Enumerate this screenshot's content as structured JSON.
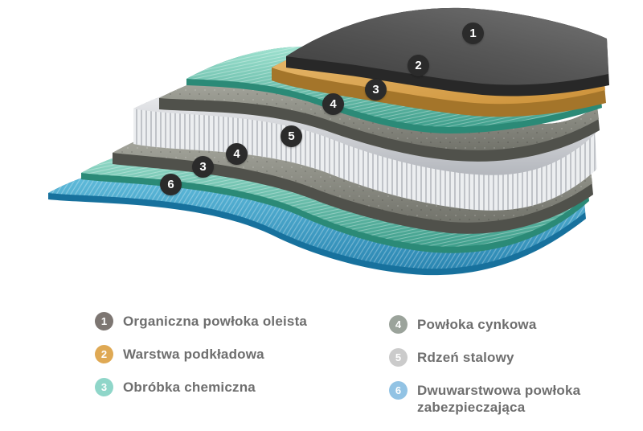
{
  "diagram": {
    "badge_color": "#2b2b2b",
    "badges": [
      {
        "number": "1"
      },
      {
        "number": "2"
      },
      {
        "number": "3"
      },
      {
        "number": "4"
      },
      {
        "number": "5"
      },
      {
        "number": "4"
      },
      {
        "number": "3"
      },
      {
        "number": "6"
      }
    ],
    "layers_top_to_bottom": [
      {
        "number": "1",
        "name": "Organiczna powłoka oleista",
        "color": "#565656"
      },
      {
        "number": "2",
        "name": "Warstwa podkładowa",
        "color": "#dda757"
      },
      {
        "number": "3",
        "name": "Obróbka chemiczna",
        "color": "#69c7b2"
      },
      {
        "number": "4",
        "name": "Powłoka cynkowa",
        "color": "#8a8b81"
      },
      {
        "number": "5",
        "name": "Rdzeń stalowy",
        "color": "#dcdde0"
      },
      {
        "number": "4",
        "name": "Powłoka cynkowa",
        "color": "#8a8b81"
      },
      {
        "number": "3",
        "name": "Obróbka chemiczna",
        "color": "#69c7b2"
      },
      {
        "number": "6",
        "name": "Dwuwarstwowa powłoka zabezpieczająca",
        "color": "#3e9ec6"
      }
    ]
  },
  "legend": {
    "items": [
      {
        "number": "1",
        "label": "Organiczna powłoka oleista",
        "color": "#7d7672"
      },
      {
        "number": "2",
        "label": "Warstwa podkładowa",
        "color": "#dfa954"
      },
      {
        "number": "3",
        "label": "Obróbka chemiczna",
        "color": "#8fd6c9"
      },
      {
        "number": "4",
        "label": "Powłoka cynkowa",
        "color": "#9ba39b"
      },
      {
        "number": "5",
        "label": "Rdzeń stalowy",
        "color": "#cbcbcb"
      },
      {
        "number": "6",
        "label": "Dwuwarstwowa powłoka zabezpieczająca",
        "color": "#92c3e4"
      }
    ]
  }
}
